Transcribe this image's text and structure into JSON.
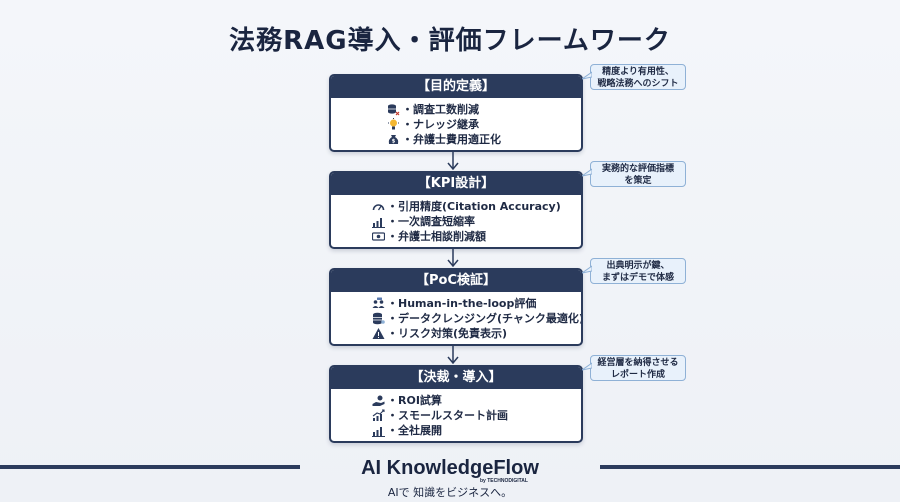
{
  "title": "法務RAG導入・評価フレームワーク",
  "steps": [
    {
      "header": "【目的定義】",
      "items": [
        {
          "text": "・調査工数削減",
          "icon": "stack-coins-icon"
        },
        {
          "text": "・ナレッジ継承",
          "icon": "lightbulb-icon"
        },
        {
          "text": "・弁護士費用適正化",
          "icon": "money-bag-icon"
        }
      ]
    },
    {
      "header": "【KPI設計】",
      "items": [
        {
          "text": "・引用精度(Citation Accuracy)",
          "icon": "gauge-icon"
        },
        {
          "text": "・一次調査短縮率",
          "icon": "bar-chart-icon"
        },
        {
          "text": "・弁護士相談削減額",
          "icon": "banknote-icon"
        }
      ]
    },
    {
      "header": "【PoC検証】",
      "items": [
        {
          "text": "・Human-in-the-loop評価",
          "icon": "people-chat-icon"
        },
        {
          "text": "・データクレンジング(チャンク最適化)",
          "icon": "database-icon"
        },
        {
          "text": "・リスク対策(免責表示)",
          "icon": "warning-icon"
        }
      ]
    },
    {
      "header": "【決裁・導入】",
      "items": [
        {
          "text": "・ROI試算",
          "icon": "hand-coin-icon"
        },
        {
          "text": "・スモールスタート計画",
          "icon": "growth-chart-icon"
        },
        {
          "text": "・全社展開",
          "icon": "bar-chart-icon"
        }
      ]
    }
  ],
  "notes": [
    {
      "lines": [
        "精度より有用性、",
        "戦略法務へのシフト"
      ]
    },
    {
      "lines": [
        "実務的な評価指標",
        "を策定"
      ]
    },
    {
      "lines": [
        "出典明示が鍵、",
        "まずはデモで体感"
      ]
    },
    {
      "lines": [
        "経営層を納得させる",
        "レポート作成"
      ]
    }
  ],
  "footer": {
    "brand": "AI KnowledgeFlow",
    "by": "by TECHNODIGITAL",
    "tagline": "AIで 知識をビジネスへ。"
  },
  "colors": {
    "navy": "#2b3b5c",
    "note_bg": "#e8f1fb",
    "note_border": "#8fb1d6"
  }
}
